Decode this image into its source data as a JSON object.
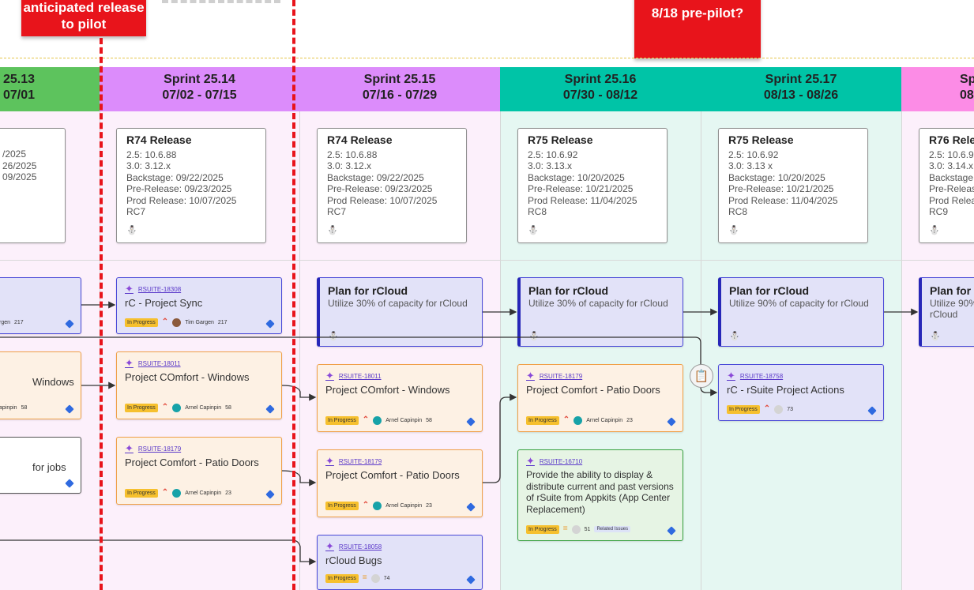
{
  "callouts": {
    "left": "anticipated release to pilot",
    "right": "8/18 pre-pilot?"
  },
  "colors": {
    "green_header": "#5dc35d",
    "purple_header": "#dc8cfb",
    "teal_header": "#00c4a7",
    "pink_header": "#fc8ce6",
    "purple_col": "#fcf0fb",
    "teal_col": "#e5f7f2",
    "callout_red": "#e8141b"
  },
  "sprints": [
    {
      "name": "25.13",
      "dates": "07/01"
    },
    {
      "name": "Sprint 25.14",
      "dates": "07/02 - 07/15"
    },
    {
      "name": "Sprint 25.15",
      "dates": "07/16 - 07/29"
    },
    {
      "name": "Sprint 25.16",
      "dates": "07/30 - 08/12"
    },
    {
      "name": "Sprint 25.17",
      "dates": "08/13 - 08/26"
    },
    {
      "name": "Sp",
      "dates": "08"
    }
  ],
  "releases": [
    {
      "title": "",
      "lines": [
        "",
        "",
        "",
        "/2025",
        "26/2025",
        "09/2025",
        ""
      ]
    },
    {
      "title": "R74 Release",
      "lines": [
        "2.5: 10.6.88",
        "3.0: 3.12.x",
        "Backstage: 09/22/2025",
        "Pre-Release: 09/23/2025",
        "Prod Release: 10/07/2025",
        "RC7"
      ]
    },
    {
      "title": "R74 Release",
      "lines": [
        "2.5: 10.6.88",
        "3.0: 3.12.x",
        "Backstage: 09/22/2025",
        "Pre-Release: 09/23/2025",
        "Prod Release: 10/07/2025",
        "RC7"
      ]
    },
    {
      "title": "R75 Release",
      "lines": [
        "2.5: 10.6.92",
        "3.0: 3.13.x",
        "Backstage: 10/20/2025",
        "Pre-Release: 10/21/2025",
        "Prod Release: 11/04/2025",
        "RC8"
      ]
    },
    {
      "title": "R75 Release",
      "lines": [
        "2.5: 10.6.92",
        "3.0: 3.13 x",
        "Backstage: 10/20/2025",
        "Pre-Release: 10/21/2025",
        "Prod Release: 11/04/2025",
        "RC8"
      ]
    },
    {
      "title": "R76 Rele",
      "lines": [
        "2.5: 10.6.9",
        "3.0: 3.14.x",
        "Backstage",
        "Pre-Releas",
        "Prod Relea",
        "RC9"
      ]
    }
  ],
  "plans": [
    {
      "title": "Plan for rCloud",
      "desc": "Utilize 30% of capacity for rCloud"
    },
    {
      "title": "Plan for rCloud",
      "desc": "Utilize 30% of capacity for rCloud"
    },
    {
      "title": "Plan for rCloud",
      "desc": "Utilize 90% of capacity for rCloud"
    },
    {
      "title": "Plan for",
      "desc": "Utilize 90% rCloud"
    }
  ],
  "cards": {
    "partial_sync": {
      "owner": "rgen",
      "count": "217"
    },
    "partial_windows": {
      "title": "Windows",
      "owner": "apinpin",
      "count": "58"
    },
    "partial_jobs": {
      "title": "for jobs"
    },
    "sync": {
      "key": "RSUITE-18308",
      "title": "rC - Project Sync",
      "status": "In Progress",
      "owner": "Tim Gargen",
      "count": "217"
    },
    "windows_a": {
      "key": "RSUITE-18011",
      "title": "Project COmfort - Windows",
      "status": "In Progress",
      "owner": "Arnel Capinpin",
      "count": "58"
    },
    "patio_a": {
      "key": "RSUITE-18179",
      "title": "Project Comfort - Patio Doors",
      "status": "In Progress",
      "owner": "Arnel Capinpin",
      "count": "23"
    },
    "windows_b": {
      "key": "RSUITE-18011",
      "title": "Project COmfort - Windows",
      "status": "In Progress",
      "owner": "Arnel Capinpin",
      "count": "58"
    },
    "patio_b": {
      "key": "RSUITE-18179",
      "title": "Project Comfort - Patio Doors",
      "status": "In Progress",
      "owner": "Arnel Capinpin",
      "count": "23"
    },
    "bugs": {
      "key": "RSUITE-18058",
      "title": "rCloud Bugs",
      "status": "In Progress",
      "count": "74"
    },
    "patio_c": {
      "key": "RSUITE-18179",
      "title": "Project Comfort - Patio Doors",
      "status": "In Progress",
      "owner": "Arnel Capinpin",
      "count": "23"
    },
    "appkits": {
      "key": "RSUITE-16710",
      "title": "Provide the ability to display & distribute current and past versions of rSuite from Appkits (App Center Replacement)",
      "status": "In Progress",
      "count": "51",
      "chip": "Related Issues"
    },
    "actions": {
      "key": "RSUITE-18758",
      "title": "rC - rSuite Project Actions",
      "status": "In Progress",
      "count": "73"
    }
  }
}
